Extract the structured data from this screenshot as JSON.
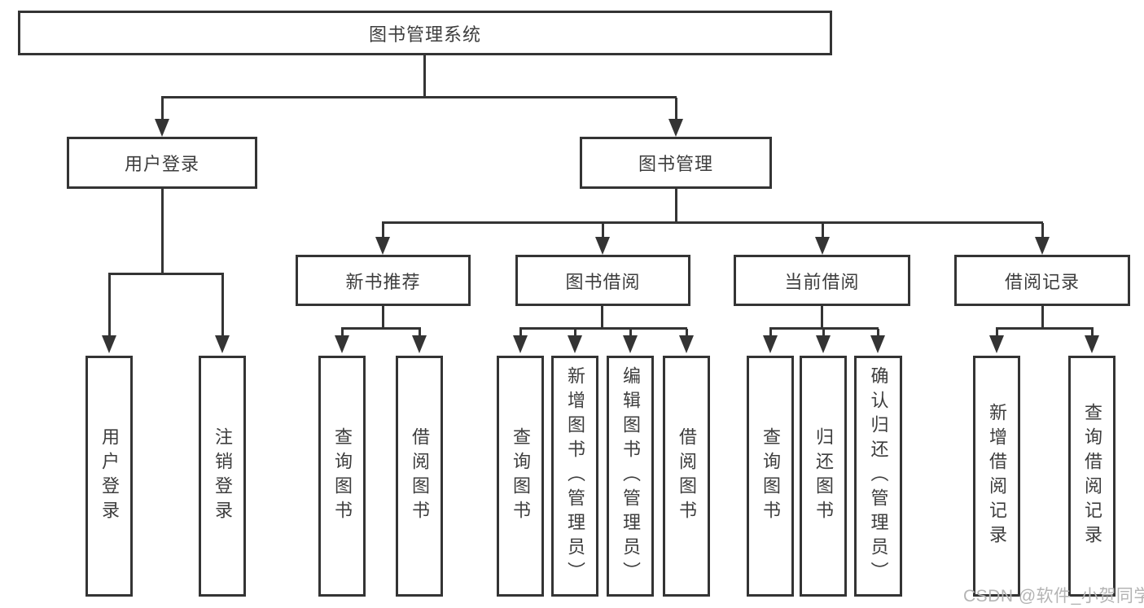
{
  "tree": {
    "root": {
      "label": "图书管理系统",
      "children": [
        {
          "label": "用户登录",
          "children": [
            {
              "label": "用户登录"
            },
            {
              "label": "注销登录"
            }
          ]
        },
        {
          "label": "图书管理",
          "children": [
            {
              "label": "新书推荐",
              "children": [
                {
                  "label": "查询图书"
                },
                {
                  "label": "借阅图书"
                }
              ]
            },
            {
              "label": "图书借阅",
              "children": [
                {
                  "label": "查询图书"
                },
                {
                  "label": "新增图书（管理员）"
                },
                {
                  "label": "编辑图书（管理员）"
                },
                {
                  "label": "借阅图书"
                }
              ]
            },
            {
              "label": "当前借阅",
              "children": [
                {
                  "label": "查询图书"
                },
                {
                  "label": "归还图书"
                },
                {
                  "label": "确认归还（管理员）"
                }
              ]
            },
            {
              "label": "借阅记录",
              "children": [
                {
                  "label": "新增借阅记录"
                },
                {
                  "label": "查询借阅记录"
                }
              ]
            }
          ]
        }
      ]
    }
  },
  "colors": {
    "line": "#343434",
    "text": "#3d3d3d",
    "watermark": "#b4b4b4",
    "background": "#ffffff"
  },
  "watermark": {
    "text": "CSDN @软件_小贺同学"
  }
}
